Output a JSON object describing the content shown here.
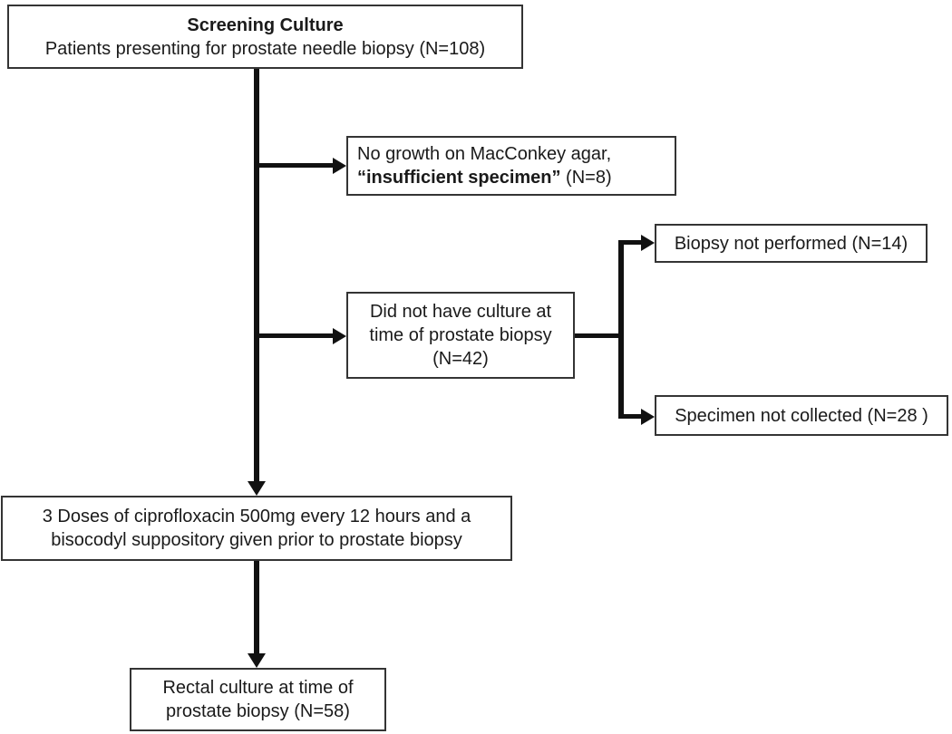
{
  "diagram": {
    "type": "flowchart",
    "topic": "Screening culture patient flow for prostate needle biopsy",
    "colors": {
      "background": "#ffffff",
      "box_border": "#343434",
      "line": "#111111",
      "text": "#1a1a1a"
    },
    "nodes": {
      "screening": {
        "title": "Screening Culture",
        "subtitle": "Patients presenting for prostate needle biopsy (N=108)"
      },
      "no_growth": {
        "line1": "No growth on MacConkey agar,",
        "line2_bold": "“insufficient specimen”",
        "line2_rest": " (N=8)"
      },
      "no_culture": {
        "line1": "Did not have culture at",
        "line2": "time of prostate biopsy",
        "line3": "(N=42)"
      },
      "biopsy_not_performed": {
        "label": "Biopsy not performed (N=14)"
      },
      "specimen_not_collected": {
        "label": "Specimen not collected (N=28 )"
      },
      "doses": {
        "line1": "3 Doses of ciprofloxacin 500mg every 12 hours and a",
        "line2": "bisocodyl suppository given prior to prostate biopsy"
      },
      "rectal_culture": {
        "line1": "Rectal culture at time of",
        "line2": "prostate biopsy (N=58)"
      }
    },
    "edges": [
      {
        "from": "screening",
        "to": "no_growth"
      },
      {
        "from": "screening",
        "to": "no_culture"
      },
      {
        "from": "no_culture",
        "to": "biopsy_not_performed"
      },
      {
        "from": "no_culture",
        "to": "specimen_not_collected"
      },
      {
        "from": "screening",
        "to": "doses"
      },
      {
        "from": "doses",
        "to": "rectal_culture"
      }
    ]
  }
}
